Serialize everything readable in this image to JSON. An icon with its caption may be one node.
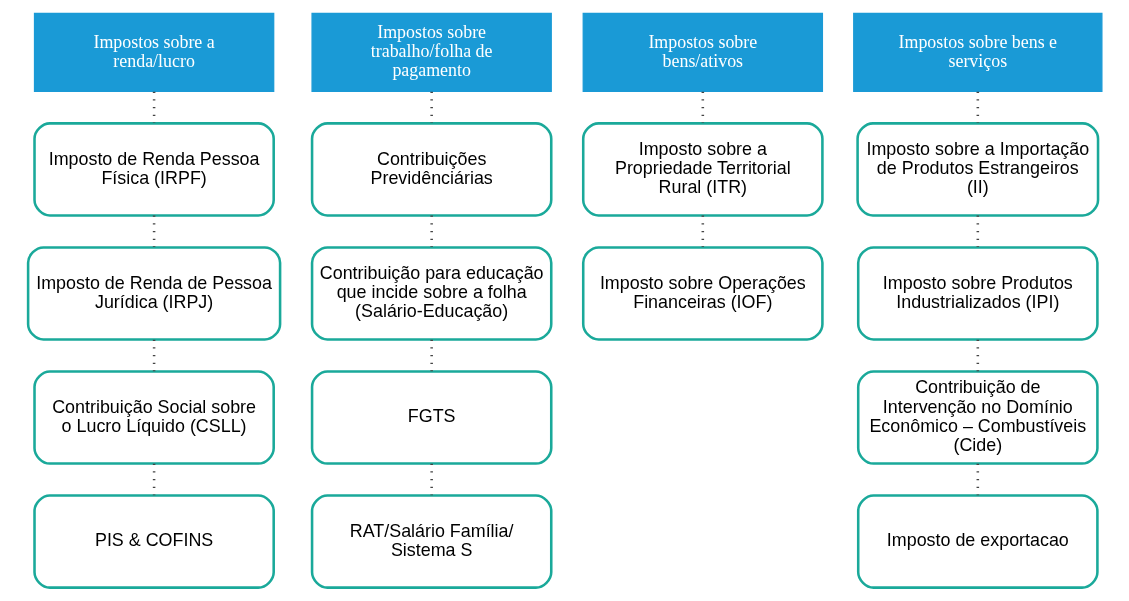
{
  "diagram": {
    "nodes": [
      {
        "text": [
          "Impostos sobre a renda/lucro"
        ]
      },
      {
        "text": [
          "Imposto de Renda Pessoa Física (IRPF)"
        ]
      },
      {
        "text": [
          "Imposto de Renda de Pessoa Jurídica (IRPJ)"
        ]
      },
      {
        "text": [
          "Contribuição Social sobre o Lucro Líquido (CSLL)"
        ]
      },
      {
        "text": [
          "PIS & COFINS"
        ]
      },
      {
        "text": [
          "Impostos sobre trabalho/folha de pagamento"
        ]
      },
      {
        "text": [
          "Contribuições Previdênciárias"
        ]
      },
      {
        "text": [
          "Contribuição para educação que incide sobre a folha (Salário-Educação)"
        ]
      },
      {
        "text": [
          "FGTS"
        ]
      },
      {
        "text": [
          "RAT/Salário Família/ Sistema S"
        ]
      },
      {
        "text": [
          "Impostos sobre bens/ativos"
        ]
      },
      {
        "text": [
          "Imposto sobre a Propriedade Territorial Rural (ITR)"
        ]
      },
      {
        "text": [
          "Imposto sobre Operações Financeiras (IOF)"
        ]
      },
      {
        "text": [
          "Impostos sobre bens e serviços"
        ]
      },
      {
        "text": [
          "Imposto sobre a Importação de Produtos Estrangeiros (II)"
        ]
      },
      {
        "text": [
          "Imposto sobre Produtos Industrializados (IPI)"
        ]
      },
      {
        "text": [
          "Contribuição de Intervenção no Domínio Econômico – Combustíveis (Cide)"
        ]
      },
      {
        "text": [
          "Imposto de exportacao"
        ]
      }
    ],
    "edges": [
      {
        "from": 0,
        "to": 1,
        "arrow": "none"
      },
      {
        "from": 1,
        "to": 2,
        "arrow": "none"
      },
      {
        "from": 2,
        "to": 3,
        "arrow": "none"
      },
      {
        "from": 3,
        "to": 4,
        "arrow": "none"
      },
      {
        "from": 5,
        "to": 6,
        "arrow": "none"
      },
      {
        "from": 6,
        "to": 7,
        "arrow": "none"
      },
      {
        "from": 7,
        "to": 8,
        "arrow": "none"
      },
      {
        "from": 8,
        "to": 9,
        "arrow": "none"
      },
      {
        "from": 10,
        "to": 11,
        "arrow": "none"
      },
      {
        "from": 11,
        "to": 12,
        "arrow": "none"
      },
      {
        "from": 13,
        "to": 14,
        "arrow": "none"
      },
      {
        "from": 14,
        "to": 15,
        "arrow": "none"
      },
      {
        "from": 15,
        "to": 16,
        "arrow": "none"
      },
      {
        "from": 16,
        "to": 17,
        "arrow": "none"
      }
    ]
  }
}
